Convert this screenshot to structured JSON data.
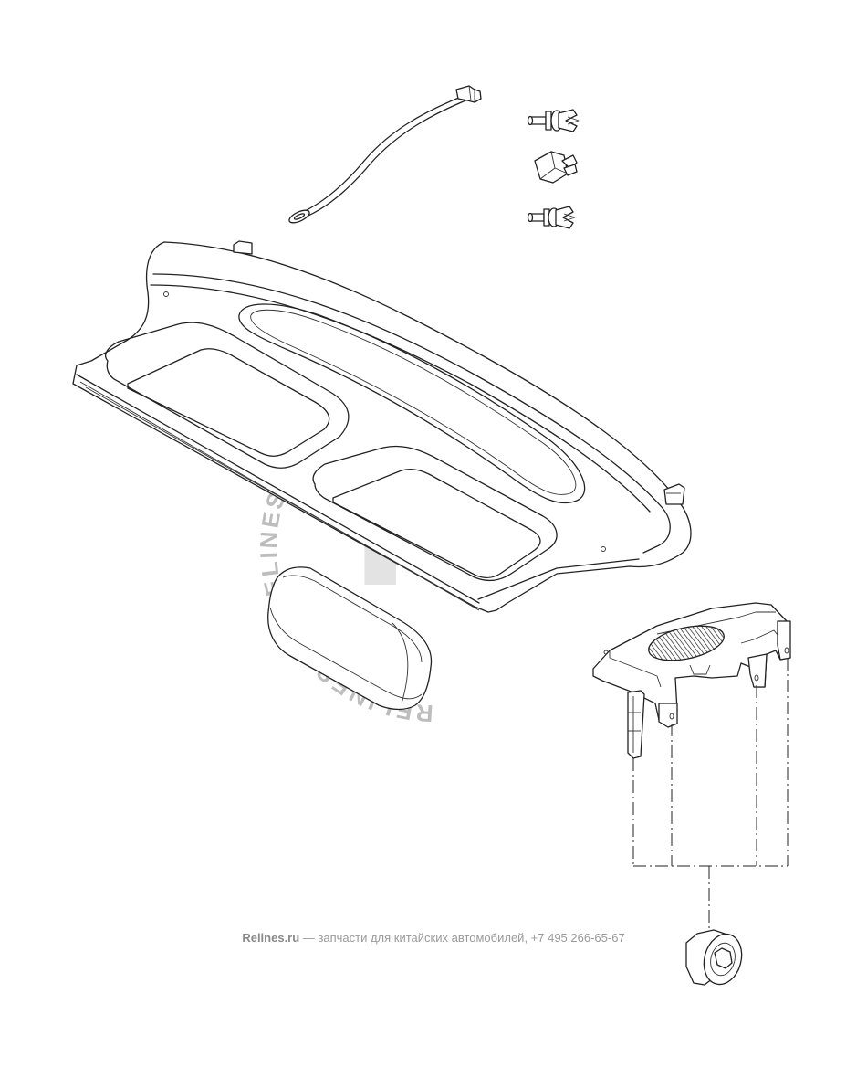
{
  "watermark": {
    "letter": "R",
    "ring_text": "RELINES.RU RELINES.RU RELINES.RU RELINES.RU "
  },
  "footer": {
    "brand": "Relines.ru",
    "tagline": " — запчасти для китайских автомобилей, +7 495 266-65-67"
  }
}
